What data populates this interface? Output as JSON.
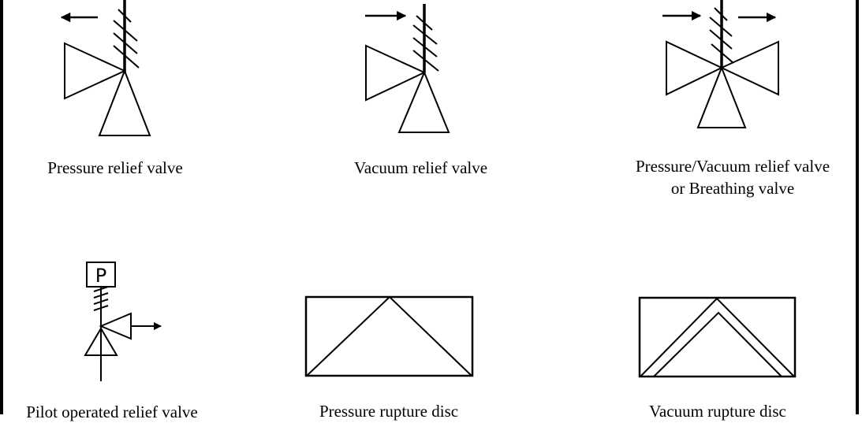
{
  "symbols": [
    {
      "id": "prv",
      "label_lines": [
        "Pressure relief valve"
      ]
    },
    {
      "id": "vrv",
      "label_lines": [
        "Vacuum relief valve"
      ]
    },
    {
      "id": "pvrv",
      "label_lines": [
        "Pressure/Vacuum relief valve",
        "or Breathing valve"
      ]
    },
    {
      "id": "pilot",
      "label_lines": [
        "Pilot operated relief valve"
      ],
      "tag": "P"
    },
    {
      "id": "prd",
      "label_lines": [
        "Pressure rupture disc"
      ]
    },
    {
      "id": "vrd",
      "label_lines": [
        "Vacuum rupture disc"
      ]
    }
  ],
  "colors": {
    "line": "#000000",
    "background": "#ffffff"
  }
}
